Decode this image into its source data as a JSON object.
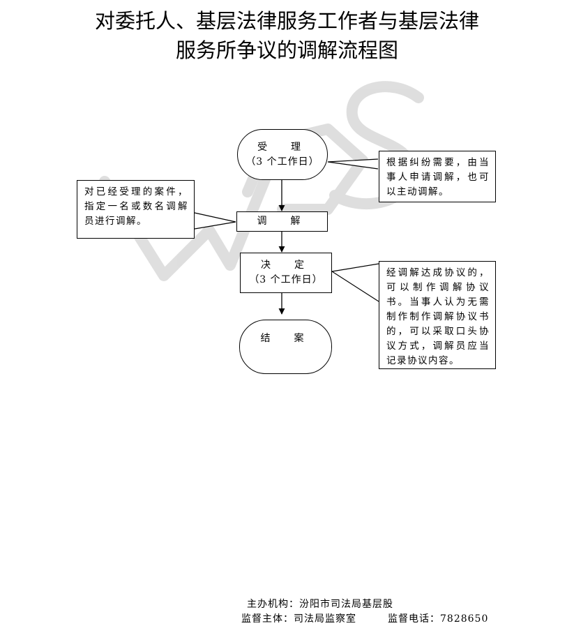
{
  "title": {
    "line1": "对委托人、基层法律服务工作者与基层法律",
    "line2": "服务所争议的调解流程图"
  },
  "watermark": {
    "text": "WPS"
  },
  "flow": {
    "accept": {
      "label": "受　理",
      "sub": "（3 个工作日）"
    },
    "mediate": {
      "label": "调　解"
    },
    "decide": {
      "label": "决　定",
      "sub": "（3 个工作日）"
    },
    "close": {
      "label": "结　案"
    }
  },
  "notes": {
    "accept_note": "根据纠纷需要，由当事人申请调解，也可以主动调解。",
    "mediate_note": "对已经受理的案件，指定一名或数名调解员进行调解。",
    "decide_note": "经调解达成协议的，可以制作调解协议书。当事人认为无需制作制作调解协议书的，可以采取口头协议方式，调解员应当记录协议内容。"
  },
  "footer": {
    "organizer": "主办机构：汾阳市司法局基层股",
    "supervisor": "监督主体：司法局监察室",
    "phone": "监督电话：7828650"
  }
}
